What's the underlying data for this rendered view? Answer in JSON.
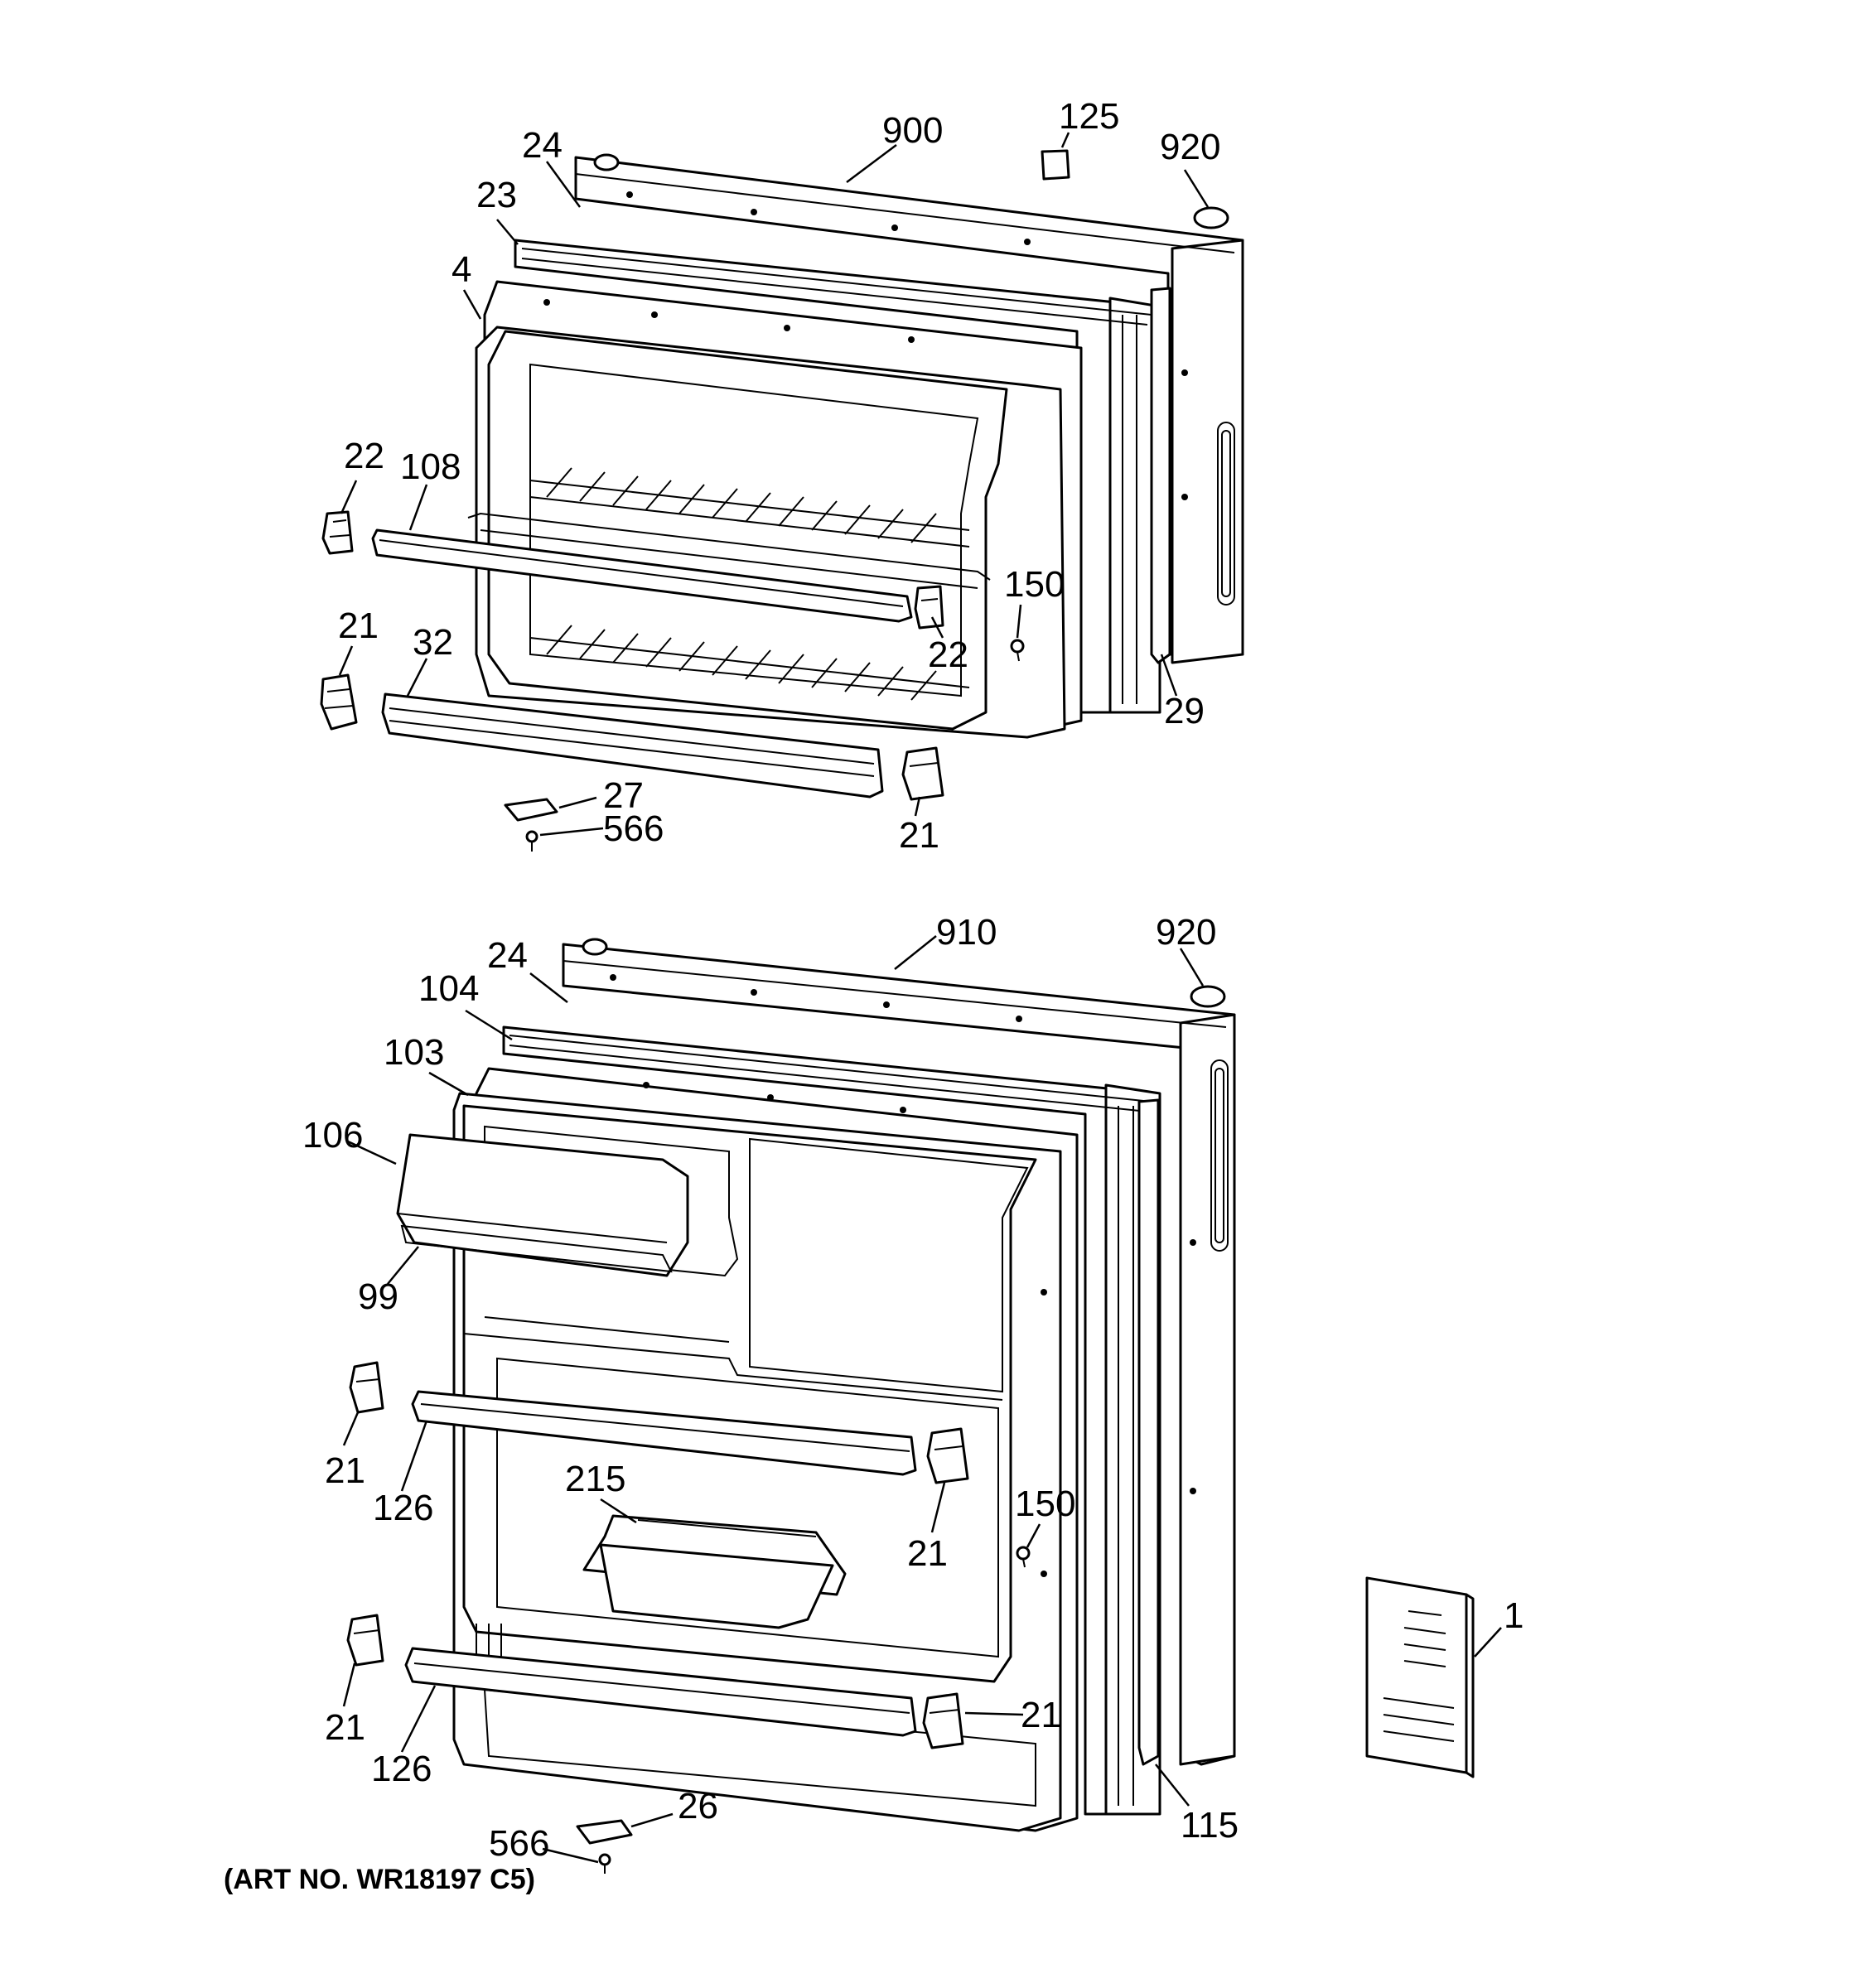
{
  "art_number": "(ART NO. WR18197 C5)",
  "freezer_door": {
    "labels": {
      "door": "900",
      "nameplate": "125",
      "plug_top": "920",
      "gasket_support": "24",
      "gasket": "23",
      "liner": "4",
      "shelf_rail_upper": "108",
      "shelf_rail_lower": "32",
      "rail_end_upper_left": "22",
      "rail_end_upper_right": "22",
      "rail_end_lower_left": "21",
      "rail_end_lower_right": "21",
      "screw": "150",
      "breaker_strip": "29",
      "hinge_plate": "27",
      "hinge_screw": "566"
    }
  },
  "fresh_food_door": {
    "labels": {
      "door": "910",
      "plug_top": "920",
      "gasket_support": "24",
      "gasket": "104",
      "liner": "103",
      "dairy_door": "106",
      "dairy_hinge": "99",
      "rail_end_upper_left": "21",
      "rail_end_upper_right": "21",
      "rail_end_lower_left": "21",
      "rail_end_lower_right": "21",
      "shelf_rail_upper": "126",
      "shelf_rail_lower": "126",
      "egg_tray": "215",
      "screw": "150",
      "breaker_strip": "115",
      "hinge_plate": "26",
      "hinge_screw": "566",
      "manual": "1"
    }
  }
}
